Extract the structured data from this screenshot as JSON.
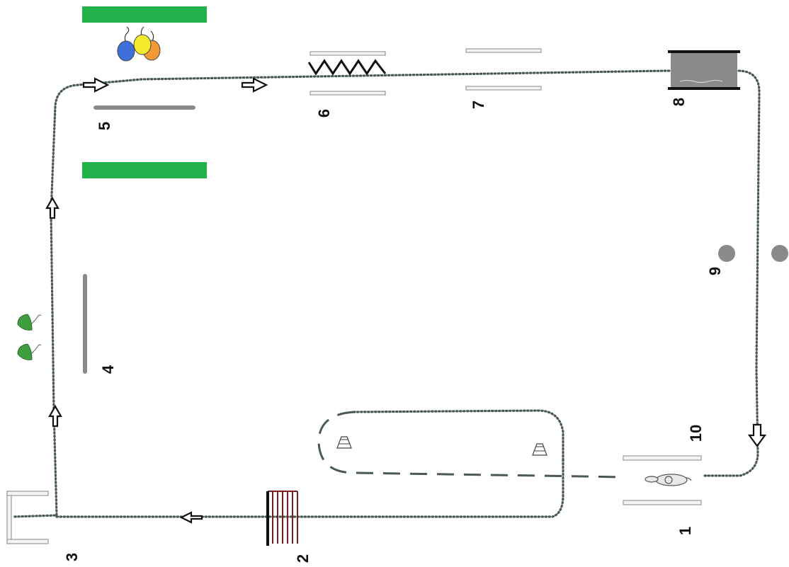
{
  "obstacle_numbers": [
    "1",
    "2",
    "3",
    "4",
    "5",
    "6",
    "7",
    "8",
    "9",
    "10"
  ],
  "colors": {
    "track": "#4a5a52",
    "green_bar": "#22b24c",
    "pole": "#9a9a9a",
    "water_box": "#8a8a8a",
    "gate_bars": "#7a1f1f",
    "umbrella": "#3e9e3e",
    "balloon_blue": "#3f6fd8",
    "balloon_yellow": "#f4ec2a",
    "balloon_orange": "#f29a35"
  },
  "icons": {
    "balloons": "balloons-icon",
    "umbrellas": "umbrella-icon",
    "cones": "traffic-cone-icon",
    "horse": "horse-icon",
    "arrows": "direction-arrow-icon"
  }
}
